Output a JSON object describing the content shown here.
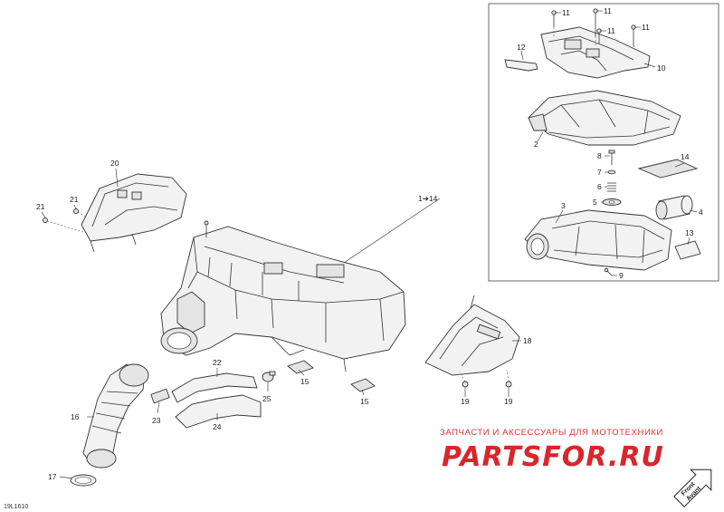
{
  "drawing_ref": "19L1610",
  "watermark": {
    "subtitle": "ЗАПЧАСТИ И АКСЕССУАРЫ ДЛЯ МОТОТЕХНИКИ",
    "logo": "PARTSFOR.RU"
  },
  "front_arrow": {
    "line1": "Front",
    "line2": "Avant"
  },
  "callouts": {
    "c1_14": "1➔14",
    "c2": "2",
    "c3": "3",
    "c4": "4",
    "c5": "5",
    "c6": "6",
    "c7": "7",
    "c8": "8",
    "c9": "9",
    "c10": "10",
    "c11a": "11",
    "c11b": "11",
    "c11c": "11",
    "c11d": "11",
    "c12": "12",
    "c13": "13",
    "c14": "14",
    "c15a": "15",
    "c15b": "15",
    "c16": "16",
    "c17": "17",
    "c18": "18",
    "c19a": "19",
    "c19b": "19",
    "c20": "20",
    "c21a": "21",
    "c21b": "21",
    "c22": "22",
    "c23": "23",
    "c24": "24",
    "c25": "25"
  }
}
